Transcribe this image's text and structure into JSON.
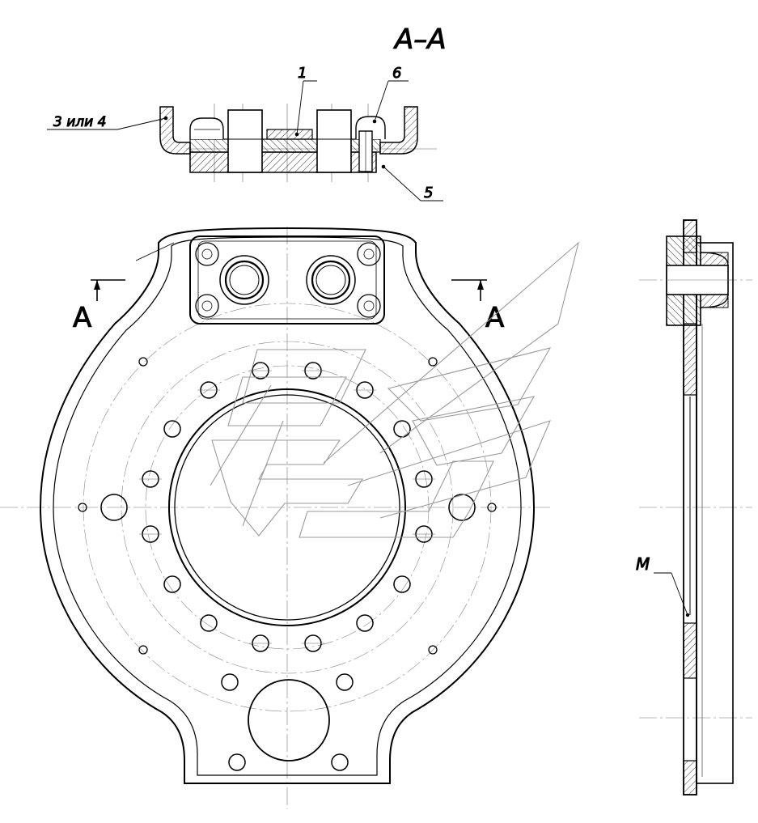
{
  "labels": {
    "section_title": "А–А",
    "leader_1": "1",
    "leader_6": "6",
    "leader_3or4": "3 или 4",
    "leader_5": "5",
    "section_mark_left": "А",
    "section_mark_right": "А",
    "side_label_m": "М"
  },
  "colors": {
    "line": "#000000",
    "thin": "#555555",
    "bg": "#ffffff"
  }
}
